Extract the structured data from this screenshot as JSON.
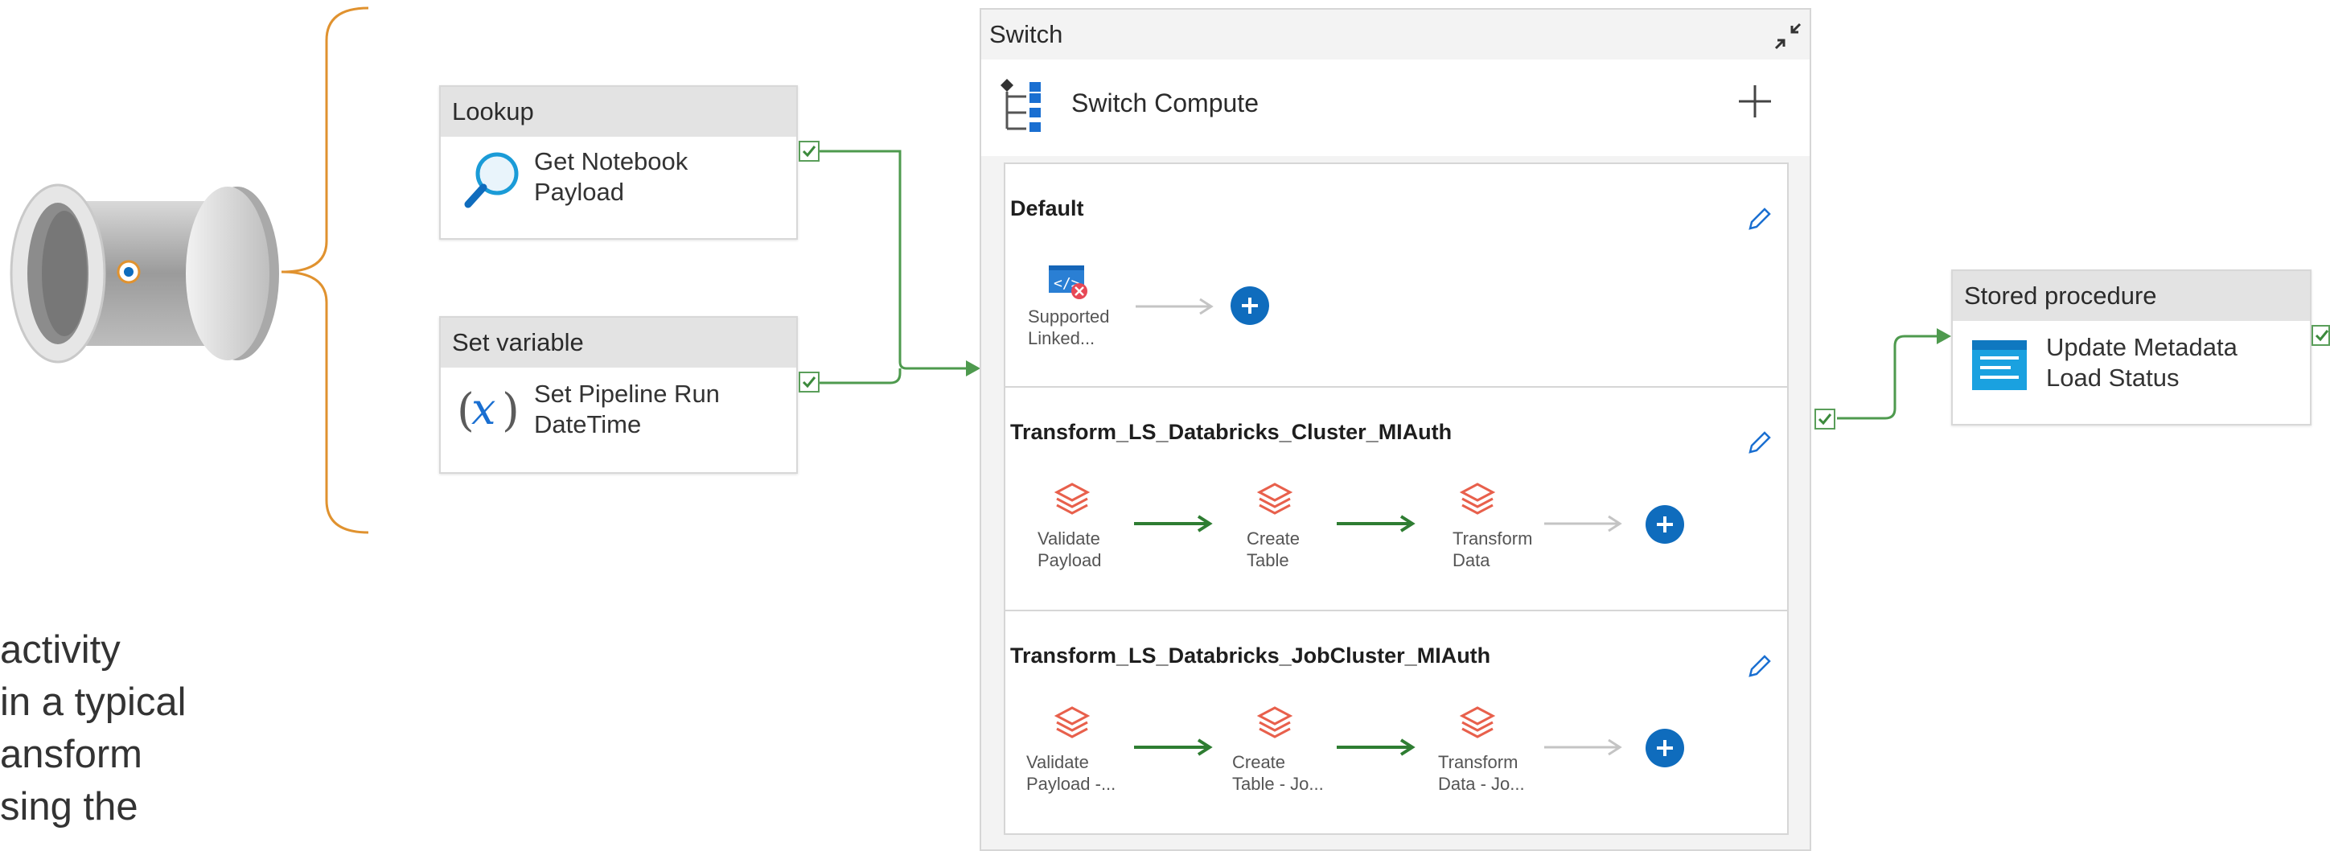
{
  "caption": {
    "lines": [
      "activity",
      "in a typical",
      "ansform",
      "sing the"
    ]
  },
  "lookup": {
    "header": "Lookup",
    "label_line1": "Get Notebook",
    "label_line2": "Payload"
  },
  "set_variable": {
    "header": "Set variable",
    "label_line1": "Set Pipeline Run",
    "label_line2": "DateTime"
  },
  "switch": {
    "header": "Switch",
    "title": "Switch Compute",
    "cases": [
      {
        "title": "Default",
        "activities": [
          {
            "line1": "Supported",
            "line2": "Linked..."
          }
        ]
      },
      {
        "title": "Transform_LS_Databricks_Cluster_MIAuth",
        "activities": [
          {
            "line1": "Validate",
            "line2": "Payload"
          },
          {
            "line1": "Create",
            "line2": "Table"
          },
          {
            "line1": "Transform",
            "line2": "Data"
          }
        ]
      },
      {
        "title": "Transform_LS_Databricks_JobCluster_MIAuth",
        "activities": [
          {
            "line1": "Validate",
            "line2": "Payload -..."
          },
          {
            "line1": "Create",
            "line2": "Table - Jo..."
          },
          {
            "line1": "Transform",
            "line2": "Data - Jo..."
          }
        ]
      }
    ]
  },
  "stored_procedure": {
    "header": "Stored procedure",
    "label_line1": "Update Metadata",
    "label_line2": "Load Status"
  },
  "colors": {
    "success_arrow": "#4e9a4e",
    "bracket": "#e0922f",
    "databricks_red": "#e8604c",
    "add_blue": "#0f6cbd"
  }
}
